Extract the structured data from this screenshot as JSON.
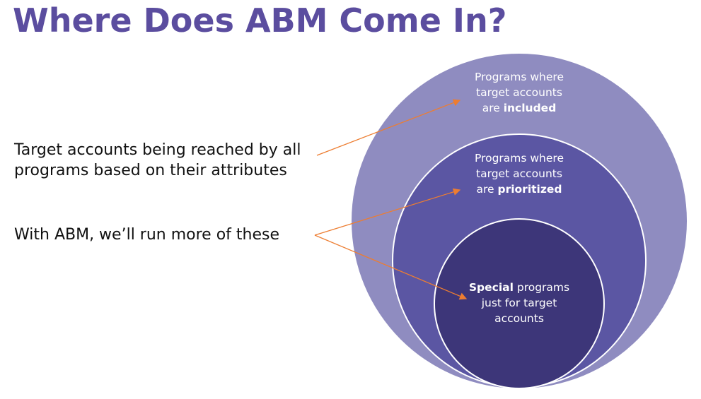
{
  "title": "Where Does ABM Come In?",
  "left_labels": {
    "label1": "Target accounts being reached by all programs based on their attributes",
    "label1_line1": "Target accounts being reached by all",
    "label1_line2": "programs based on their attributes",
    "label2": "With ABM, we’ll run more of these"
  },
  "circles": {
    "outer": {
      "line1": "Programs where",
      "line2": "target accounts",
      "line3_prefix": "are ",
      "line3_bold": "included"
    },
    "middle": {
      "line1": "Programs where",
      "line2": "target accounts",
      "line3_prefix": "are ",
      "line3_bold": "prioritized"
    },
    "inner": {
      "line1_bold": "Special",
      "line1_rest": " programs",
      "line2": "just for target",
      "line3": "accounts"
    }
  },
  "colors": {
    "title": "#5b4d9f",
    "outer": "#8f8cc0",
    "middle": "#5b56a3",
    "inner": "#3d3679",
    "arrow": "#ed7d31"
  }
}
